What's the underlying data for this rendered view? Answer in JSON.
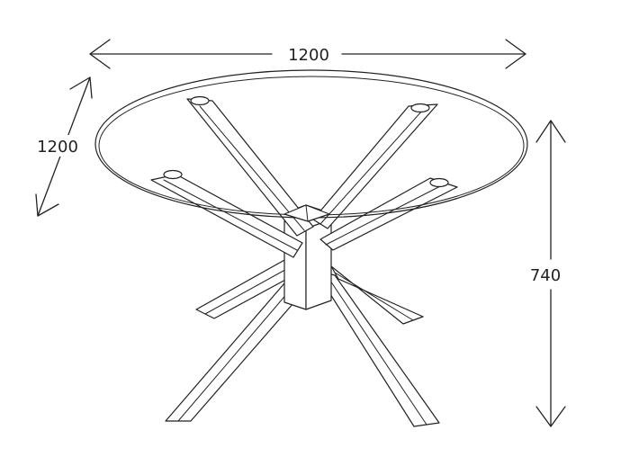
{
  "dimensions": {
    "width": "1200",
    "depth": "1200",
    "height": "740"
  },
  "colors": {
    "line": "#222222",
    "background": "#ffffff"
  }
}
